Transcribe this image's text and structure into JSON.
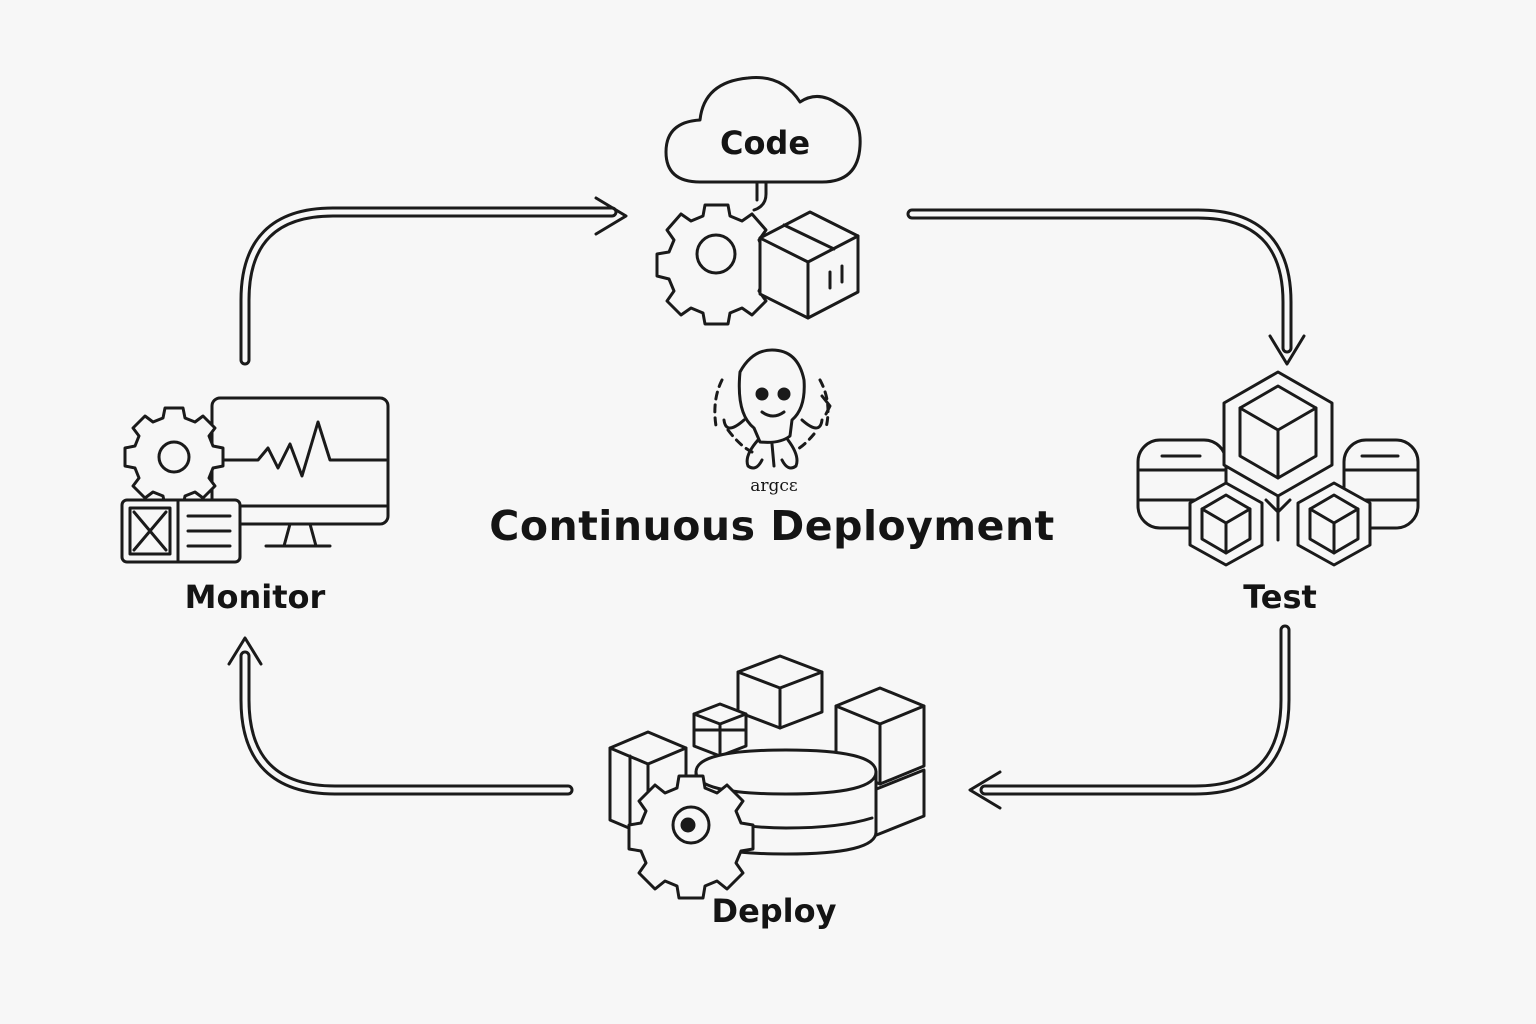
{
  "title": "Continuous Deployment",
  "logo": {
    "text": "argcɛ",
    "icon": "octopus-mascot-icon"
  },
  "stages": {
    "code": {
      "label": "Code",
      "icons": [
        "cloud-icon",
        "gear-icon",
        "package-box-icon"
      ]
    },
    "test": {
      "label": "Test",
      "icons": [
        "database-stack-icon",
        "container-cubes-icon"
      ]
    },
    "deploy": {
      "label": "Deploy",
      "icons": [
        "container-boxes-icon",
        "gear-icon",
        "platform-disk-icon"
      ]
    },
    "monitor": {
      "label": "Monitor",
      "icons": [
        "monitor-heartbeat-icon",
        "gear-icon",
        "dashboard-panel-icon"
      ]
    }
  },
  "flow": [
    "Code",
    "Test",
    "Deploy",
    "Monitor"
  ],
  "colors": {
    "stroke": "#1a1a1a",
    "background": "#f7f7f7"
  }
}
